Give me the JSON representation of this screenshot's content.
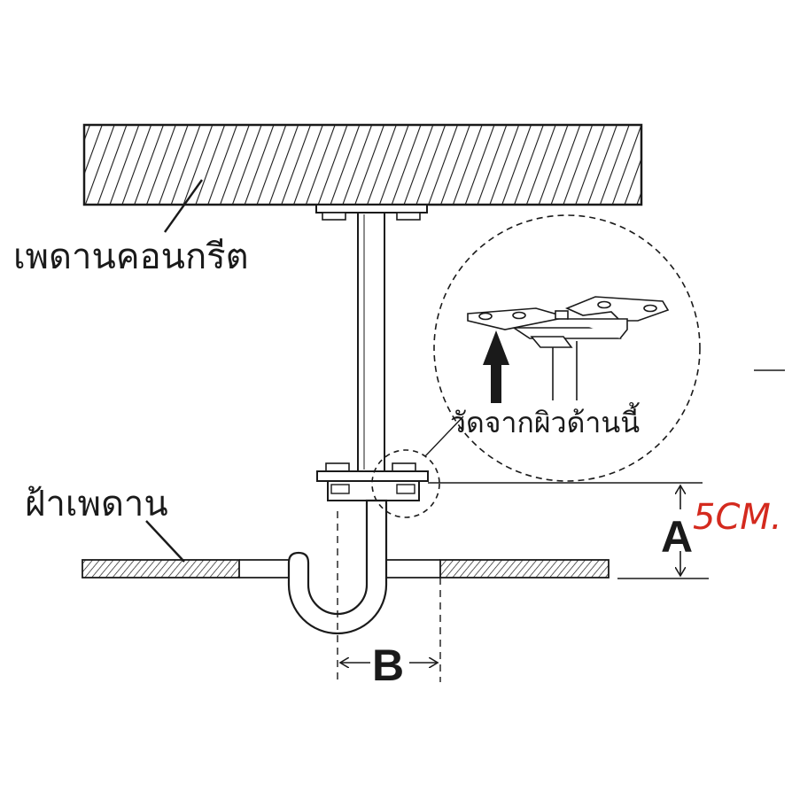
{
  "labels": {
    "concrete_ceiling": "เพดานคอนกรีต",
    "ceiling_board": "ฝ้าเพดาน",
    "measure_note": "วัดจากผิวด้านนี้",
    "dim_a": "A",
    "dim_b": "B",
    "dim_a_value": "5CM."
  },
  "colors": {
    "line": "#1a1a1a",
    "accent_red": "#d42a1e"
  }
}
